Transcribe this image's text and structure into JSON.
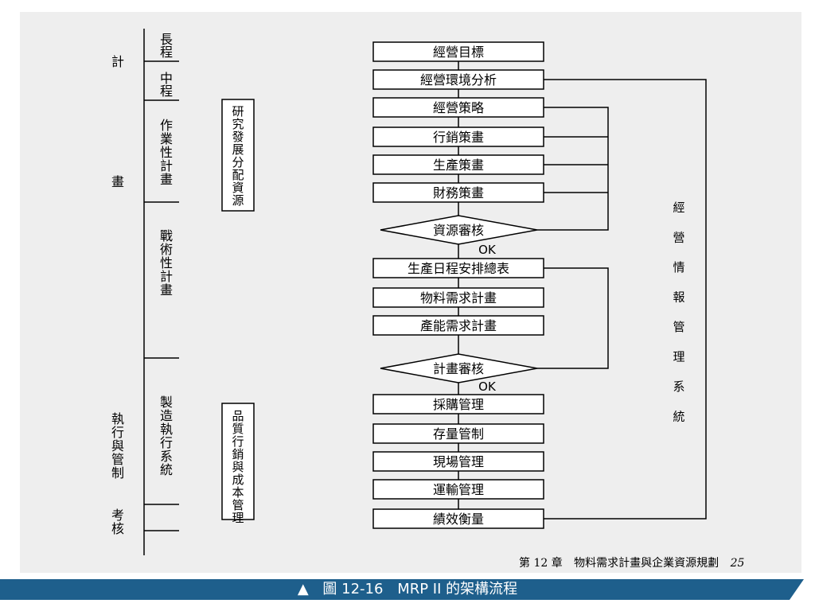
{
  "left_labels": {
    "plan": [
      "計",
      "畫"
    ],
    "exec": "執行與管制",
    "assess": "考核",
    "long_term": "長程",
    "mid_term": "中程",
    "operational": "作業性計畫",
    "tactical": "戰術性計畫",
    "manufacturing": "製造執行系統"
  },
  "side_boxes": {
    "rd": "研究發展分配資源",
    "quality": "品質行銷與成本管理"
  },
  "flow_boxes": [
    "經營目標",
    "經營環境分析",
    "經營策略",
    "行銷策畫",
    "生產策畫",
    "財務策畫",
    "生產日程安排總表",
    "物料需求計畫",
    "產能需求計畫",
    "採購管理",
    "存量管制",
    "現場管理",
    "運輸管理",
    "績效衡量"
  ],
  "decisions": {
    "resource_review": "資源審核",
    "plan_review": "計畫審核",
    "ok": "OK"
  },
  "mis_label": [
    "經",
    "營",
    "情",
    "報",
    "管",
    "理",
    "系",
    "統"
  ],
  "footer": {
    "chapter": "第 12 章",
    "title": "物料需求計畫與企業資源規劃",
    "page": "25"
  },
  "caption": {
    "marker": "▲",
    "figure": "圖 12-16",
    "title": "MRP II 的架構流程"
  },
  "colors": {
    "caption_bar": "#1e5f8c",
    "background": "#eeeeee"
  }
}
